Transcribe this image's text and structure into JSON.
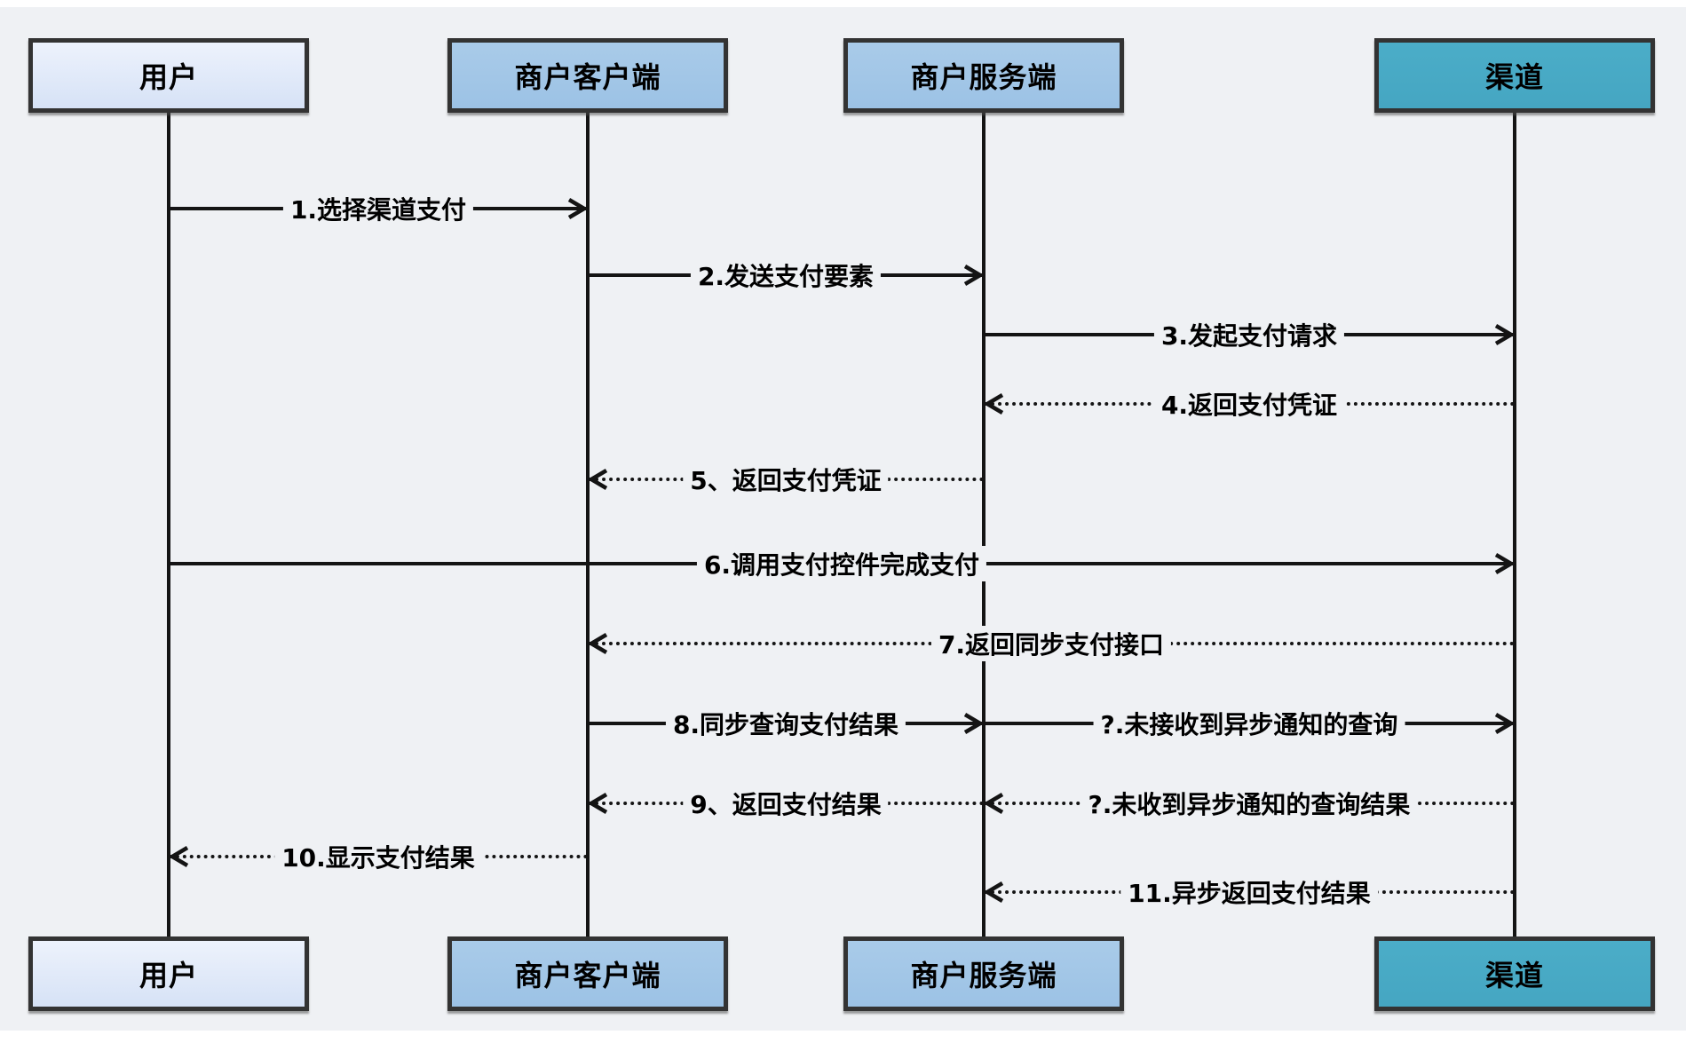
{
  "diagram": {
    "type": "sequence-diagram",
    "topic": "channel payment flow",
    "actors": [
      {
        "id": "user",
        "label": "用户",
        "fill_top": "#edf2fc",
        "fill_bottom": "#d6e2f6"
      },
      {
        "id": "client",
        "label": "商户客户端",
        "fill_top": "#a9cbe9",
        "fill_bottom": "#9cc2e5"
      },
      {
        "id": "server",
        "label": "商户服务端",
        "fill_top": "#a9cbe9",
        "fill_bottom": "#9cc2e5"
      },
      {
        "id": "channel",
        "label": "渠道",
        "fill_top": "#4badc8",
        "fill_bottom": "#45a6c2"
      }
    ],
    "messages": [
      {
        "label": "1.选择渠道支付",
        "from": "user",
        "to": "client",
        "line": "solid"
      },
      {
        "label": "2.发送支付要素",
        "from": "client",
        "to": "server",
        "line": "solid"
      },
      {
        "label": "3.发起支付请求",
        "from": "server",
        "to": "channel",
        "line": "solid"
      },
      {
        "label": "4.返回支付凭证",
        "from": "channel",
        "to": "server",
        "line": "dotted"
      },
      {
        "label": "5、返回支付凭证",
        "from": "server",
        "to": "client",
        "line": "dotted"
      },
      {
        "label": "6.调用支付控件完成支付",
        "from": "user",
        "to": "channel",
        "line": "solid"
      },
      {
        "label": "7.返回同步支付接口",
        "from": "channel",
        "to": "client",
        "line": "dotted"
      },
      {
        "label": "8.同步查询支付结果",
        "from": "client",
        "to": "server",
        "line": "solid"
      },
      {
        "label": "?.未接收到异步通知的查询",
        "from": "server",
        "to": "channel",
        "line": "solid"
      },
      {
        "label": "9、返回支付结果",
        "from": "server",
        "to": "client",
        "line": "dotted"
      },
      {
        "label": "?.未收到异步通知的查询结果",
        "from": "channel",
        "to": "server",
        "line": "dotted"
      },
      {
        "label": "10.显示支付结果",
        "from": "client",
        "to": "user",
        "line": "dotted"
      },
      {
        "label": "11.异步返回支付结果",
        "from": "channel",
        "to": "server",
        "line": "dotted"
      }
    ],
    "colors": {
      "background": "#eff1f4",
      "line": "#141414",
      "box_border": "#333333",
      "text": "#000000",
      "teal_accent": "#45a6c2",
      "light_blue": "#9cc2e5",
      "lavender": "#dbe5f7"
    }
  }
}
